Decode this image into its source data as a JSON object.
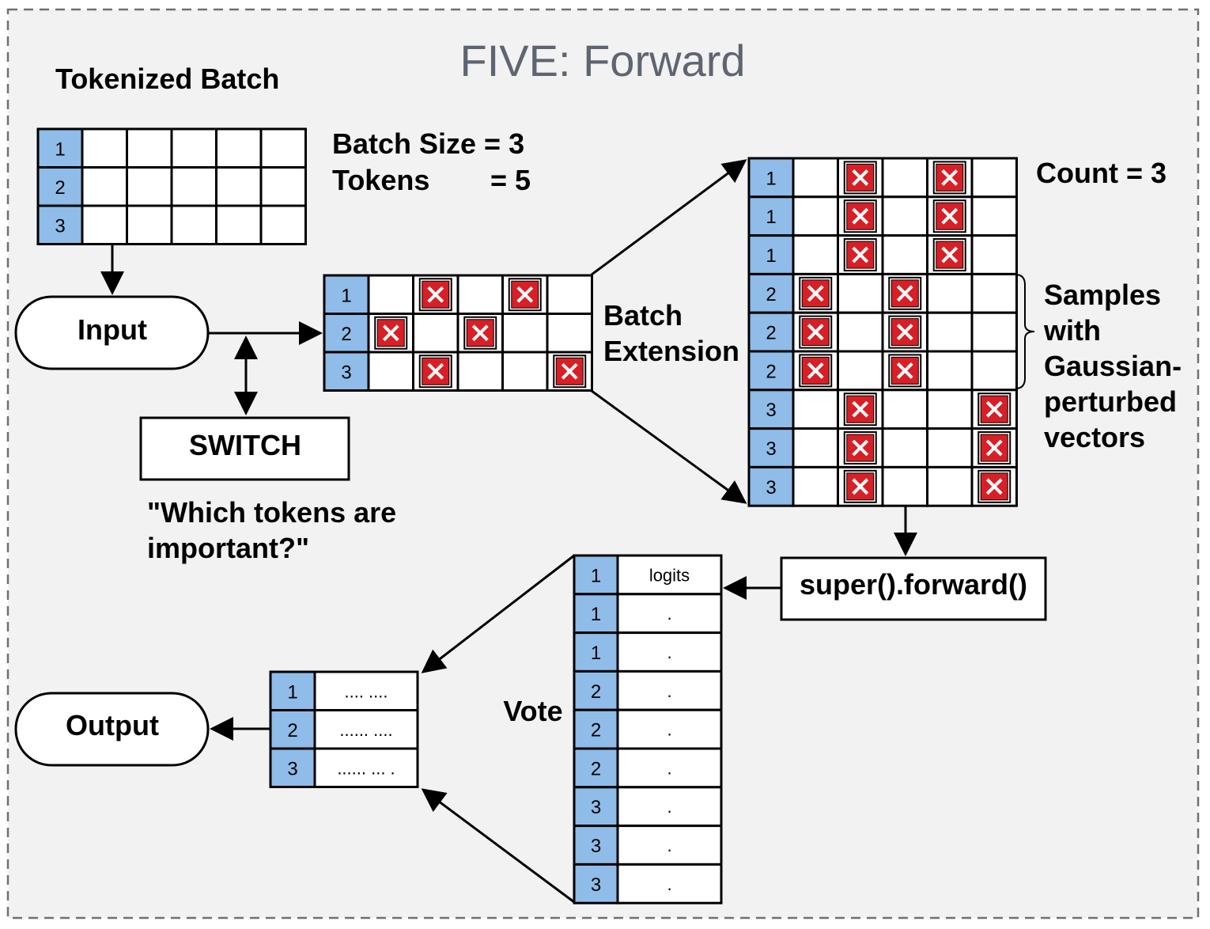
{
  "title": "FIVE: Forward",
  "tokenized_batch": {
    "label": "Tokenized Batch",
    "row_ids": [
      "1",
      "2",
      "3"
    ]
  },
  "batch_info": {
    "line1": "Batch Size = 3",
    "line2_label": "Tokens",
    "line2_value": "= 5"
  },
  "input_label": "Input",
  "switch": {
    "label": "SWITCH",
    "caption_line1": "\"Which tokens are",
    "caption_line2": "important?\""
  },
  "masked_batch": {
    "row_ids": [
      "1",
      "2",
      "3"
    ],
    "masks": [
      [
        2,
        4
      ],
      [
        1,
        3
      ],
      [
        2,
        5
      ]
    ]
  },
  "batch_extension": {
    "line1": "Batch",
    "line2": "Extension"
  },
  "extended_batch": {
    "count_label": "Count = 3",
    "row_ids": [
      "1",
      "1",
      "1",
      "2",
      "2",
      "2",
      "3",
      "3",
      "3"
    ],
    "masks": [
      [
        2,
        4
      ],
      [
        2,
        4
      ],
      [
        2,
        4
      ],
      [
        1,
        3
      ],
      [
        1,
        3
      ],
      [
        1,
        3
      ],
      [
        2,
        5
      ],
      [
        2,
        5
      ],
      [
        2,
        5
      ]
    ]
  },
  "samples_note": [
    "Samples",
    "with",
    "Gaussian-",
    "perturbed",
    "vectors"
  ],
  "forward_label": "super().forward()",
  "logits_table": {
    "row_ids": [
      "1",
      "1",
      "1",
      "2",
      "2",
      "2",
      "3",
      "3",
      "3"
    ],
    "values": [
      "logits",
      ".",
      ".",
      ".",
      ".",
      ".",
      ".",
      ".",
      "."
    ]
  },
  "vote_label": "Vote",
  "output_table": {
    "row_ids": [
      "1",
      "2",
      "3"
    ],
    "values": [
      ".... ....",
      "...... ....",
      "...... ... ."
    ]
  },
  "output_label": "Output",
  "colors": {
    "background": "#f2f2f2",
    "id_cell": "#8fbce8",
    "mask_fill": "#d81f26",
    "title": "#5f6570",
    "border_dash": "#707070"
  },
  "icons": {
    "mask": "x-mark-icon"
  }
}
